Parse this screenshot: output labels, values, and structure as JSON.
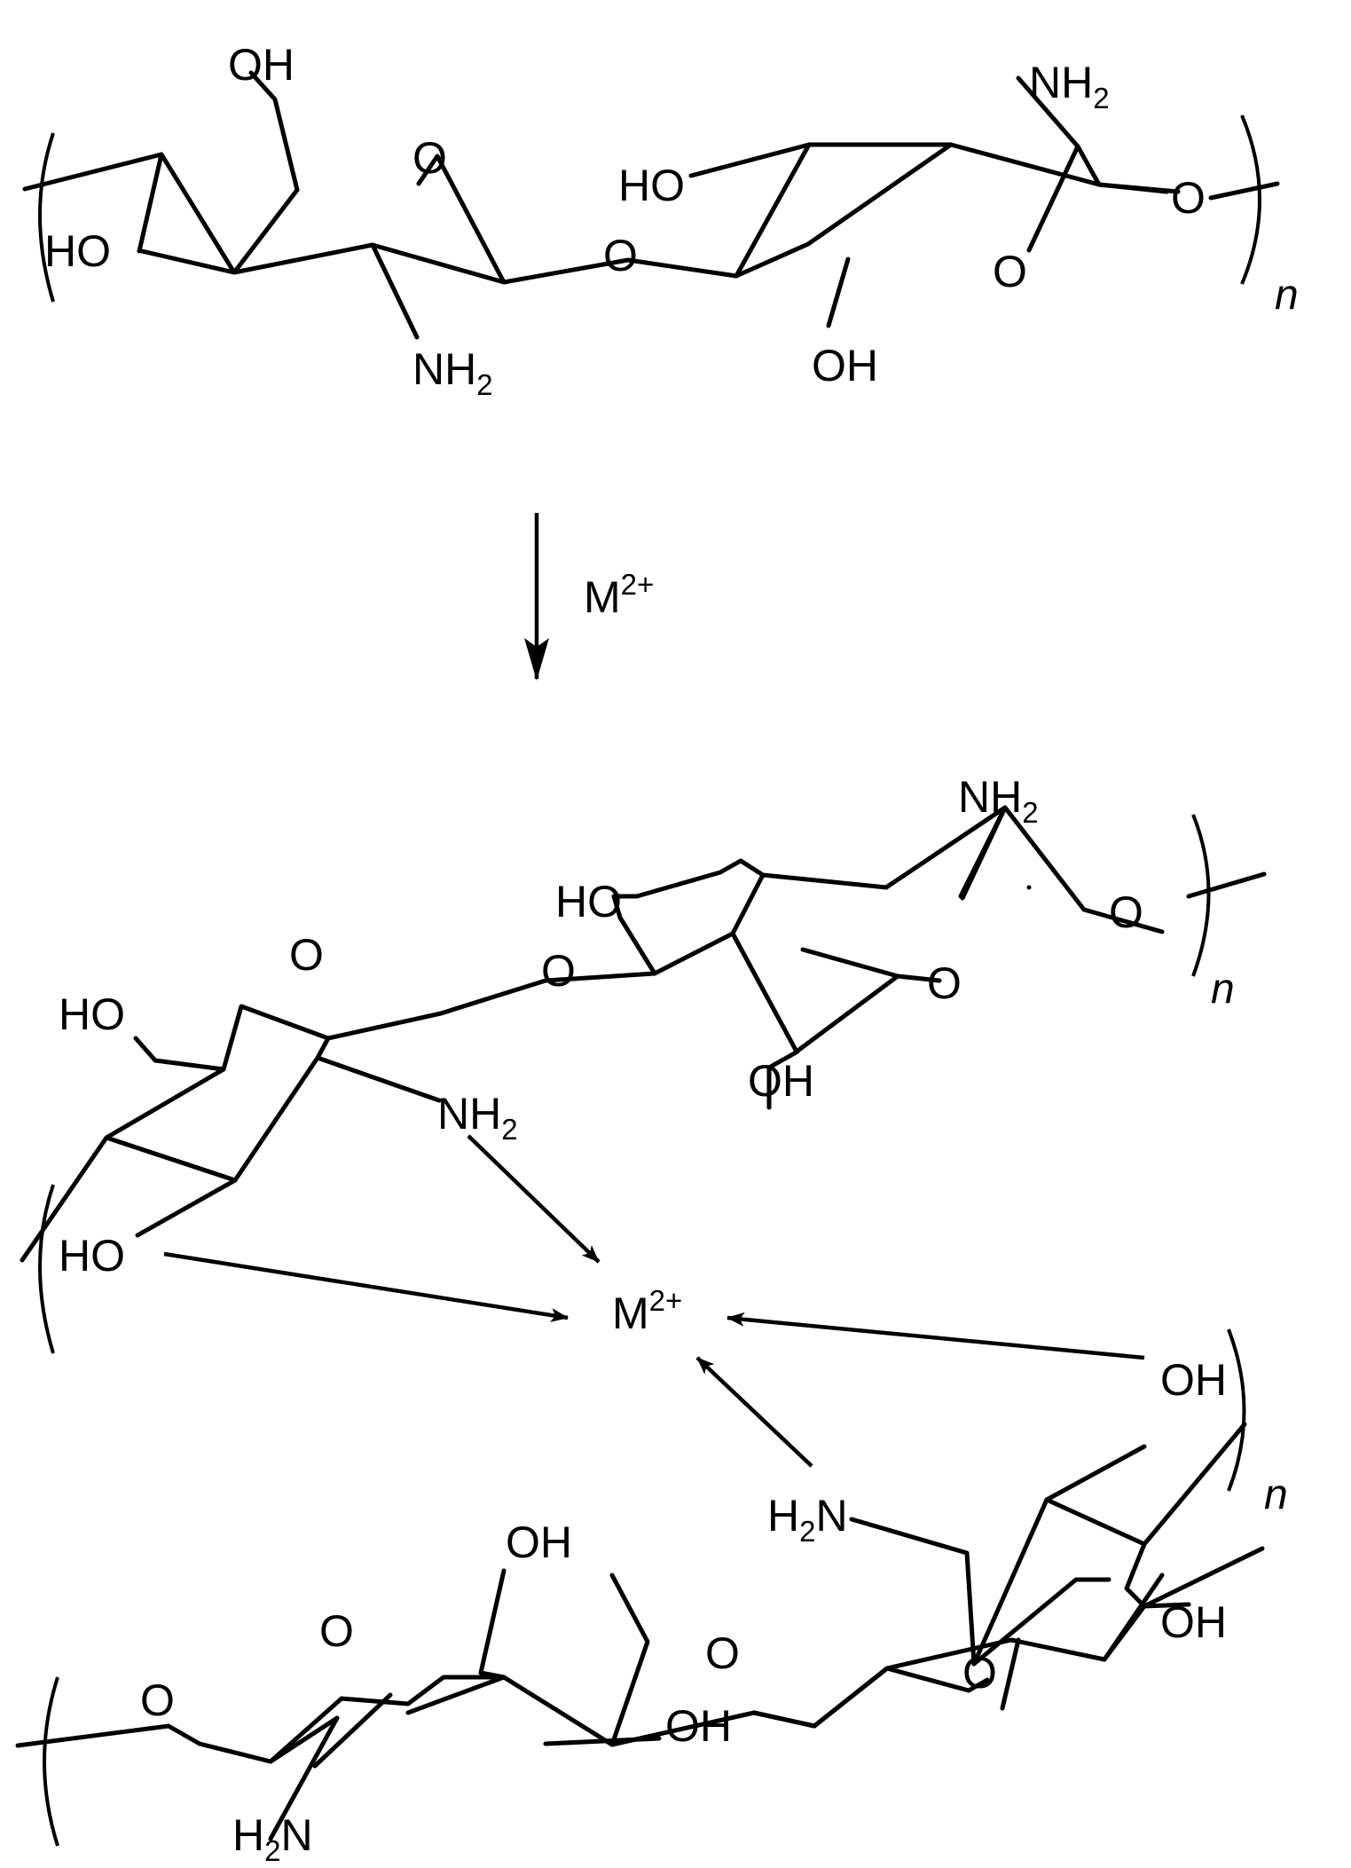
{
  "colors": {
    "ink": "#000000",
    "background": "#ffffff"
  },
  "labels": {
    "OH": "OH",
    "HO": "HO",
    "O": "O",
    "NH": "NH",
    "H": "H",
    "N": "N",
    "two": "2",
    "M": "M",
    "charge": "2+",
    "n": "n"
  }
}
